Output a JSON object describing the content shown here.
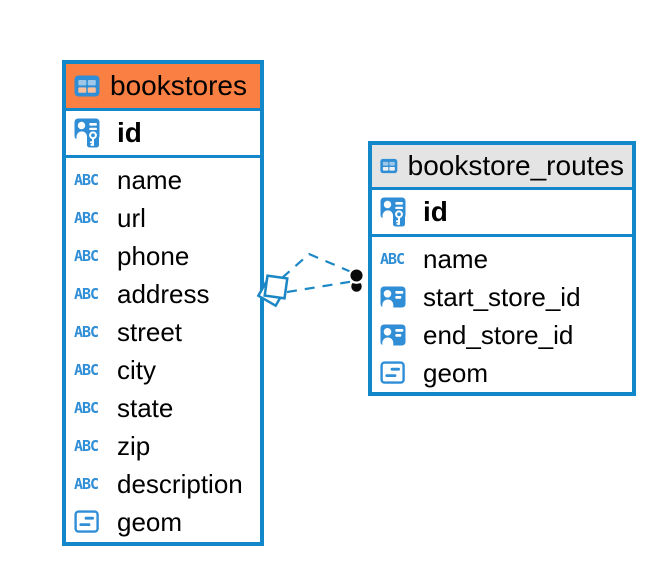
{
  "colors": {
    "table_border": "#1287CA",
    "header_orange": "#F97F42",
    "header_gray": "#E4E4E4",
    "icon_blue": "#2F8ED6",
    "line_blue": "#1C87C5",
    "text_color": "#000000",
    "canvas_bg": "#FFFFFF"
  },
  "icons": {
    "text_glyph": "ABC"
  },
  "tables": [
    {
      "name": "bookstores",
      "header_style": "orange",
      "primary_key": {
        "name": "id",
        "icon": "primary-key"
      },
      "columns": [
        {
          "name": "name",
          "icon": "text"
        },
        {
          "name": "url",
          "icon": "text"
        },
        {
          "name": "phone",
          "icon": "text"
        },
        {
          "name": "address",
          "icon": "text"
        },
        {
          "name": "street",
          "icon": "text"
        },
        {
          "name": "city",
          "icon": "text"
        },
        {
          "name": "state",
          "icon": "text"
        },
        {
          "name": "zip",
          "icon": "text"
        },
        {
          "name": "description",
          "icon": "text"
        },
        {
          "name": "geom",
          "icon": "geometry"
        }
      ]
    },
    {
      "name": "bookstore_routes",
      "header_style": "gray",
      "primary_key": {
        "name": "id",
        "icon": "primary-key"
      },
      "columns": [
        {
          "name": "name",
          "icon": "text"
        },
        {
          "name": "start_store_id",
          "icon": "foreign-key"
        },
        {
          "name": "end_store_id",
          "icon": "foreign-key"
        },
        {
          "name": "geom",
          "icon": "geometry"
        }
      ]
    }
  ],
  "relationships": [
    {
      "from": "bookstore_routes.start_store_id",
      "to": "bookstores.id",
      "line_style": "dashed"
    },
    {
      "from": "bookstore_routes.end_store_id",
      "to": "bookstores.id",
      "line_style": "dashed"
    }
  ]
}
